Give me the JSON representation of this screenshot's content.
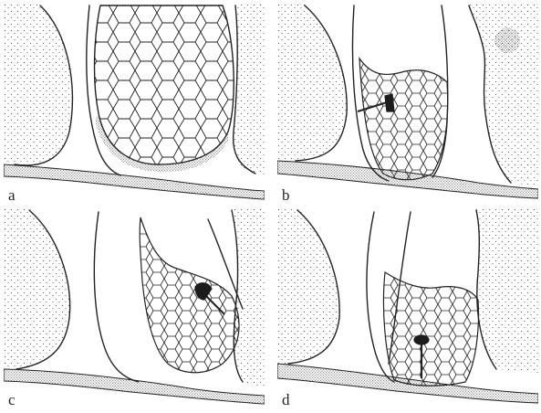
{
  "figure": {
    "panels": [
      {
        "id": "a",
        "label": "a"
      },
      {
        "id": "b",
        "label": "b"
      },
      {
        "id": "c",
        "label": "c"
      },
      {
        "id": "d",
        "label": "d"
      }
    ]
  },
  "colors": {
    "ink": "#222222",
    "paper": "#ffffff"
  }
}
